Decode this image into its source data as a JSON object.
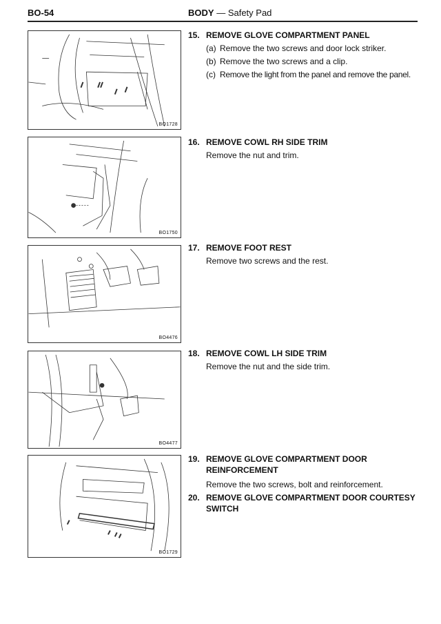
{
  "header": {
    "page_number": "BO-54",
    "section": "BODY",
    "dash": "—",
    "subsection": "Safety Pad"
  },
  "figures": [
    {
      "id": "BO1728"
    },
    {
      "id": "BO1750"
    },
    {
      "id": "BO4476"
    },
    {
      "id": "BO4477"
    },
    {
      "id": "BO1729"
    }
  ],
  "steps": [
    {
      "num": "15.",
      "title": "REMOVE GLOVE COMPARTMENT PANEL",
      "subs": [
        {
          "label": "(a)",
          "text": "Remove the two screws and door lock striker."
        },
        {
          "label": "(b)",
          "text": "Remove the two screws and a clip."
        },
        {
          "label": "(c)",
          "text": "Remove the light from the panel and remove the panel."
        }
      ]
    },
    {
      "num": "16.",
      "title": "REMOVE COWL RH SIDE TRIM",
      "text": "Remove the nut and trim."
    },
    {
      "num": "17.",
      "title": "REMOVE FOOT REST",
      "text": "Remove two screws and the rest."
    },
    {
      "num": "18.",
      "title": "REMOVE COWL LH SIDE TRIM",
      "text": "Remove the nut and the side trim."
    },
    {
      "num": "19.",
      "title": "REMOVE GLOVE COMPARTMENT DOOR REINFORCEMENT",
      "text": "Remove the two screws, bolt and reinforcement."
    },
    {
      "num": "20.",
      "title": "REMOVE GLOVE COMPARTMENT DOOR COURTESY SWITCH"
    }
  ]
}
